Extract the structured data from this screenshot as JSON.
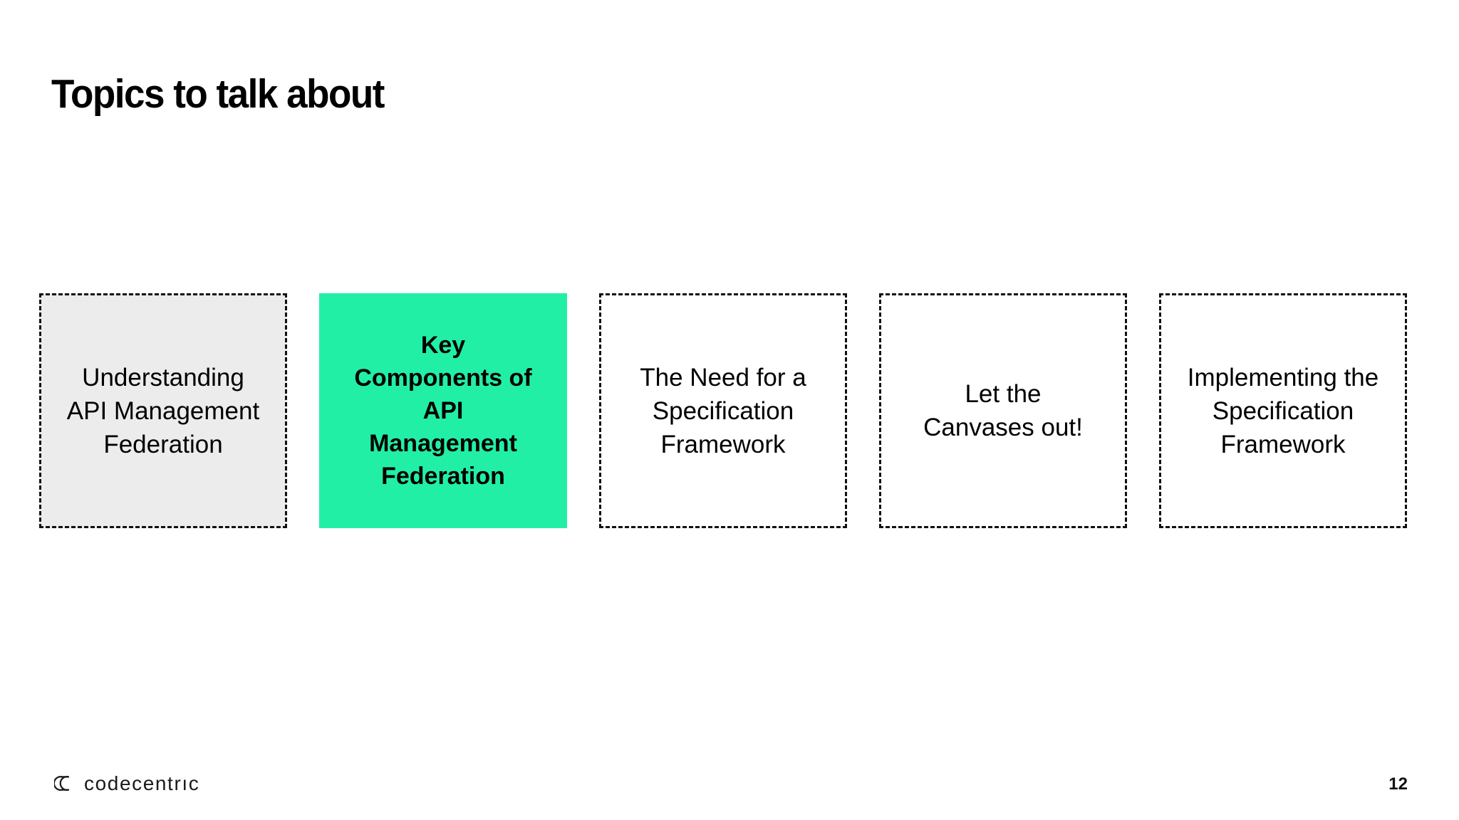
{
  "slide": {
    "title": "Topics to talk about",
    "page_number": "12",
    "accent_color": "#22efa6",
    "inactive_fill": "#ececec",
    "border_color": "#111111",
    "background": "#ffffff"
  },
  "topics": [
    {
      "label": "Understanding\nAPI Management\nFederation",
      "state": "visited",
      "fill": "#ececec",
      "border": "dashed",
      "bold": false
    },
    {
      "label": "Key\nComponents of\nAPI\nManagement\nFederation",
      "state": "current",
      "fill": "#22efa6",
      "border": "none",
      "bold": true
    },
    {
      "label": "The Need for a\nSpecification\nFramework",
      "state": "upcoming",
      "fill": "#ffffff",
      "border": "dashed",
      "bold": false
    },
    {
      "label": "Let the\nCanvases out!",
      "state": "upcoming",
      "fill": "#ffffff",
      "border": "dashed",
      "bold": false
    },
    {
      "label": "Implementing the\nSpecification\nFramework",
      "state": "upcoming",
      "fill": "#ffffff",
      "border": "dashed",
      "bold": false
    }
  ],
  "footer": {
    "logo_mark": "codecentric-loop-icon",
    "logo_text": "codecentrıc"
  }
}
